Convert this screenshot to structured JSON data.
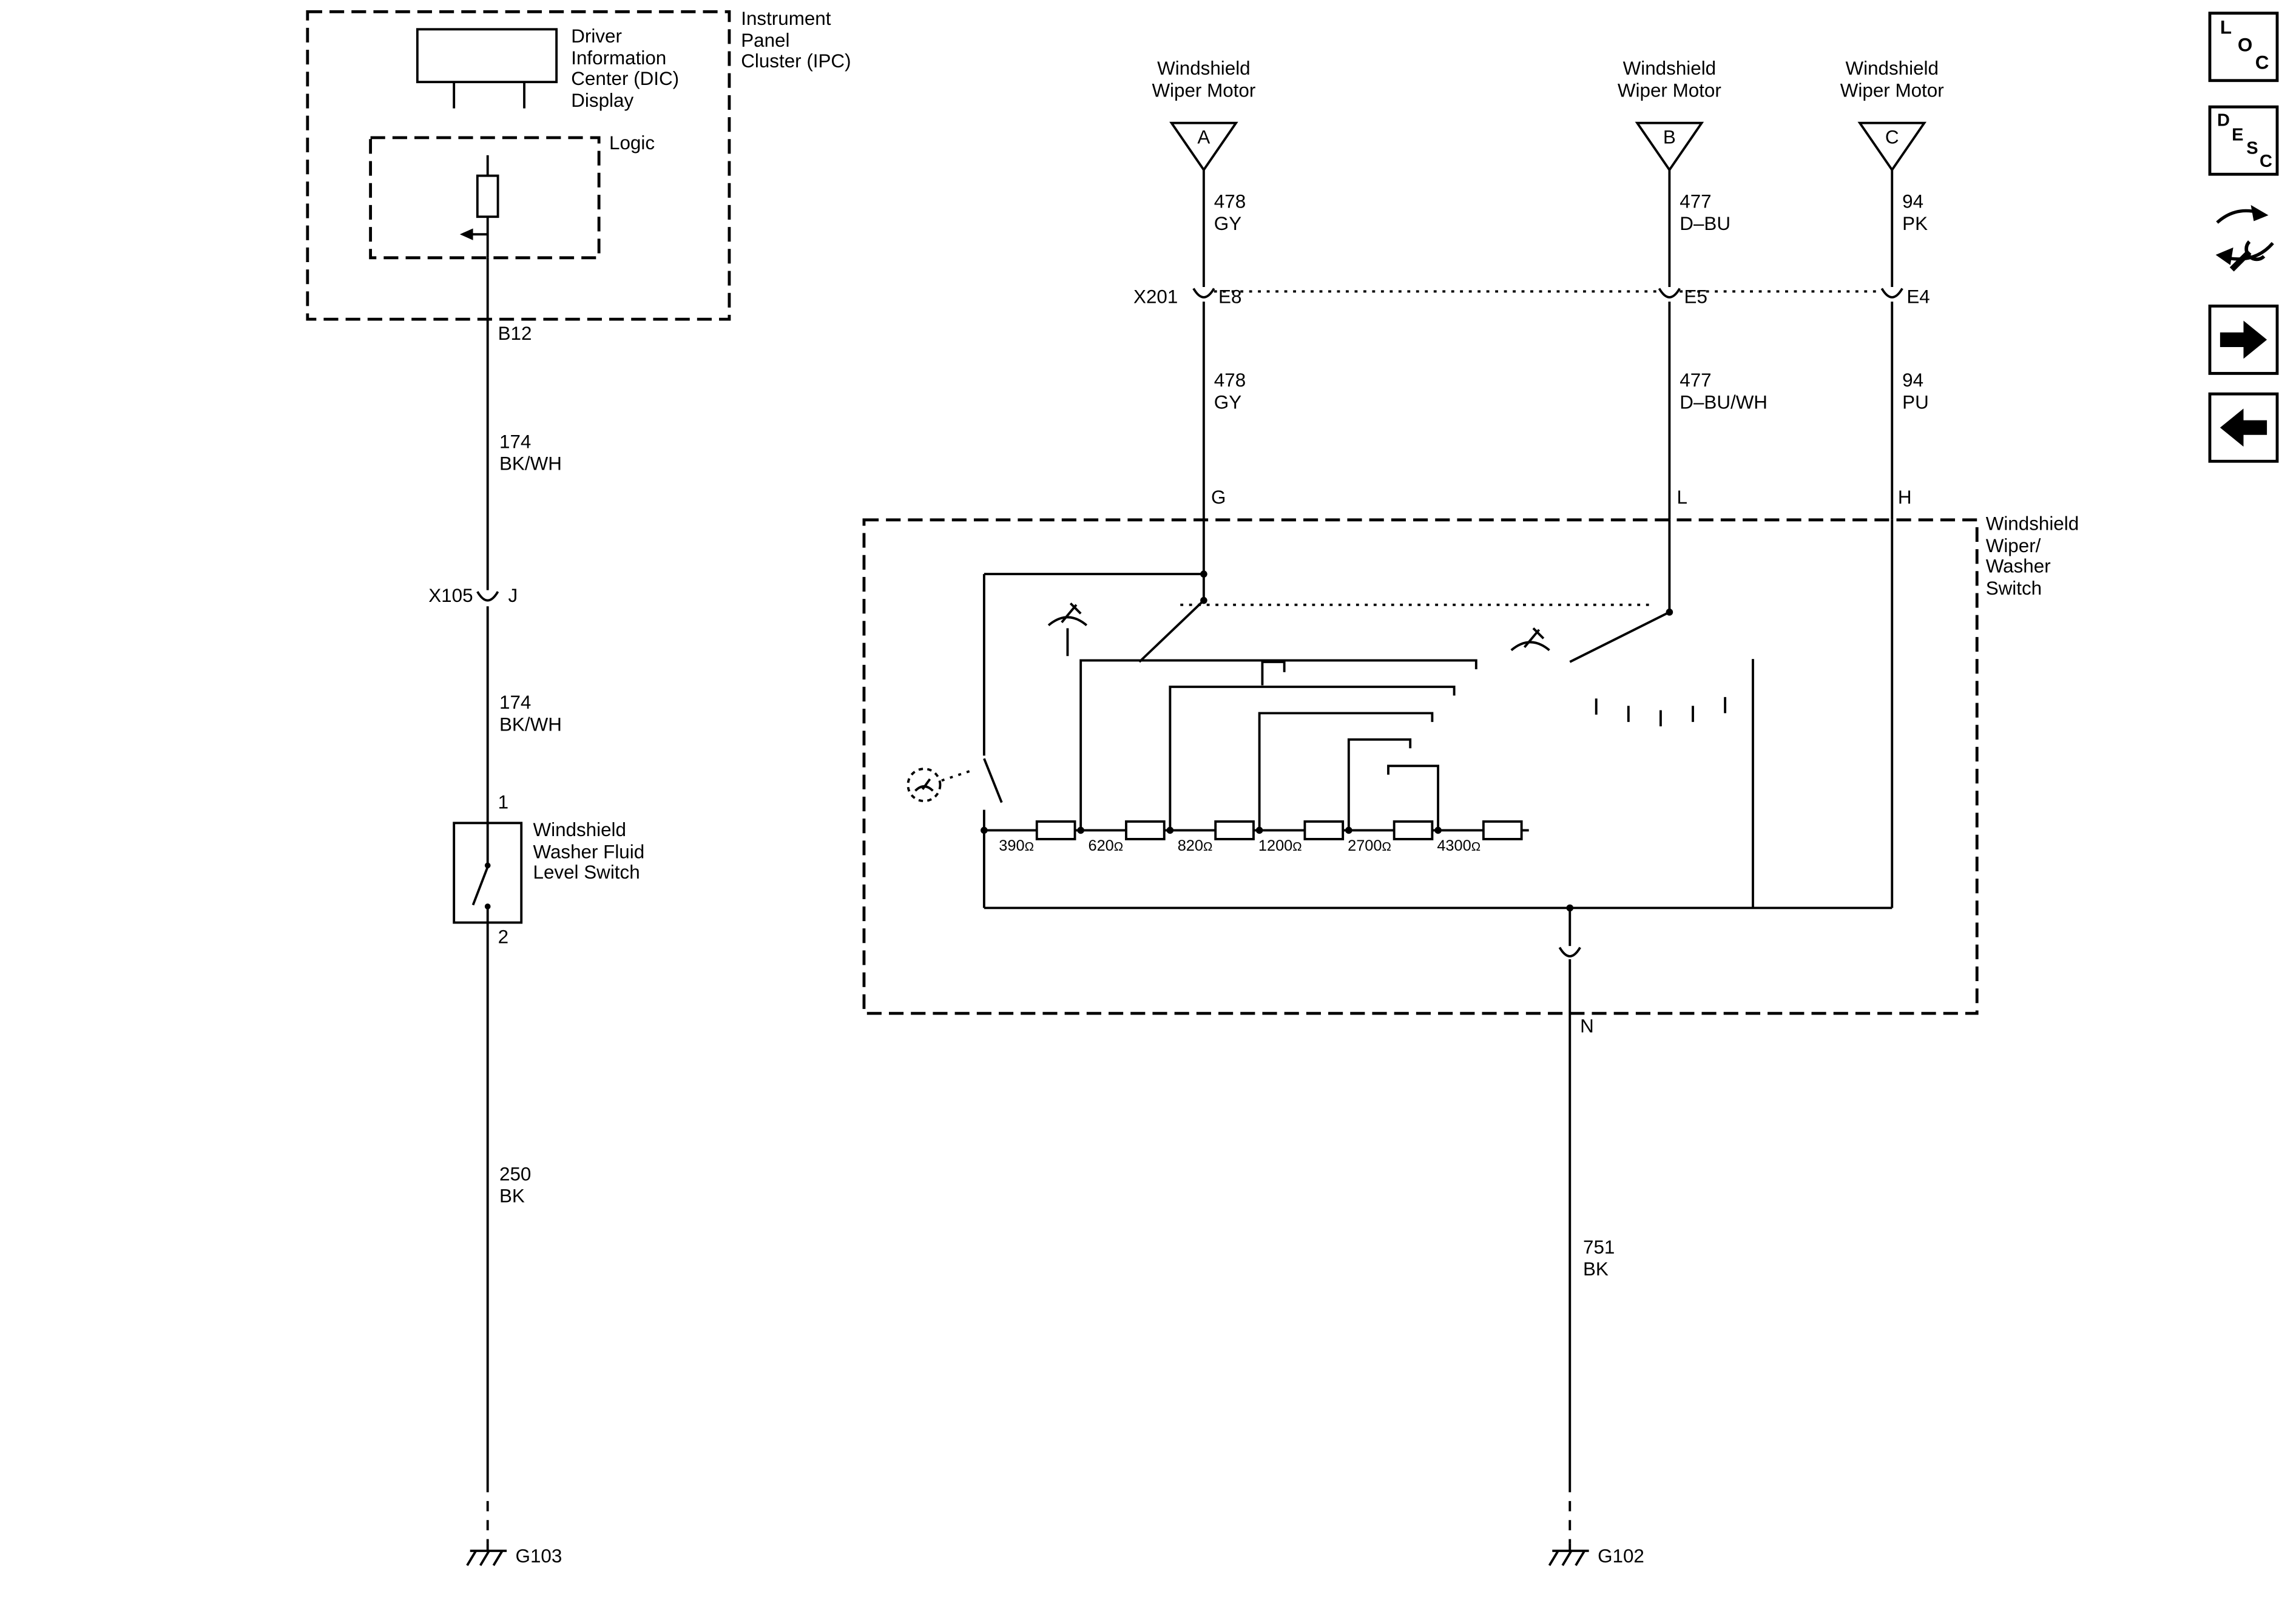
{
  "page": {
    "background": "#ffffff",
    "line_color": "#000000"
  },
  "ipc": {
    "box_label": "Instrument Panel Cluster (IPC)",
    "dic_label": "Driver Information Center (DIC) Display",
    "logic_label": "Logic",
    "pin": "B12"
  },
  "washer_branch": {
    "wire_upper": {
      "circuit": "174",
      "color": "BK/WH"
    },
    "inline_connector": {
      "name": "X105",
      "pin": "J"
    },
    "wire_lower": {
      "circuit": "174",
      "color": "BK/WH"
    },
    "fluid_switch": {
      "pin_top": "1",
      "label": "Windshield Washer Fluid Level Switch",
      "pin_bottom": "2"
    },
    "ground_wire": {
      "circuit": "250",
      "color": "BK"
    },
    "ground": "G103"
  },
  "motors": [
    {
      "label": "Windshield Wiper Motor",
      "terminal": "A",
      "wire_upper": {
        "circuit": "478",
        "color": "GY"
      },
      "connector_pin": "E8",
      "wire_lower": {
        "circuit": "478",
        "color": "GY"
      },
      "switch_pin": "G"
    },
    {
      "label": "Windshield Wiper Motor",
      "terminal": "B",
      "wire_upper": {
        "circuit": "477",
        "color": "D–BU"
      },
      "connector_pin": "E5",
      "wire_lower": {
        "circuit": "477",
        "color": "D–BU/WH"
      },
      "switch_pin": "L"
    },
    {
      "label": "Windshield Wiper Motor",
      "terminal": "C",
      "wire_upper": {
        "circuit": "94",
        "color": "PK"
      },
      "connector_pin": "E4",
      "wire_lower": {
        "circuit": "94",
        "color": "PU"
      },
      "switch_pin": "H"
    }
  ],
  "harness_connector": {
    "name": "X201"
  },
  "wiper_switch": {
    "label": "Windshield Wiper/ Washer Switch",
    "resistors": [
      "390",
      "620",
      "820",
      "1200",
      "2700",
      "4300"
    ],
    "ohm": "Ω",
    "output_pin": "N",
    "ground_wire": {
      "circuit": "751",
      "color": "BK"
    },
    "ground": "G102"
  },
  "toolbar": {
    "loc_letters": [
      "L",
      "O",
      "C"
    ],
    "desc_letters": [
      "D",
      "E",
      "S",
      "C"
    ]
  }
}
